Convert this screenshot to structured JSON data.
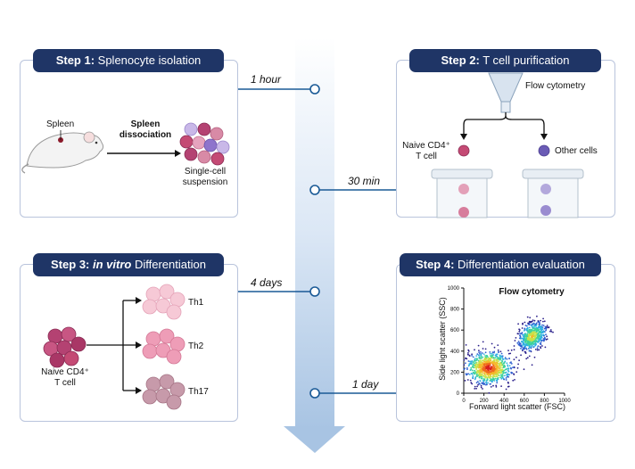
{
  "steps": [
    {
      "num": "Step 1:",
      "title": "Splenocyte isolation"
    },
    {
      "num": "Step 2:",
      "title": "T cell purification"
    },
    {
      "num": "Step 3:",
      "title_italic": "in vitro",
      "title": "Differentiation"
    },
    {
      "num": "Step 4:",
      "title": "Differentiation evaluation"
    }
  ],
  "timeline": [
    "1 hour",
    "30 min",
    "4 days",
    "1 day"
  ],
  "step1": {
    "spleen": "Spleen",
    "dissociation_line1": "Spleen",
    "dissociation_line2": "dissociation",
    "result_line1": "Single-cell",
    "result_line2": "suspension"
  },
  "step2": {
    "method": "Flow cytometry",
    "naive_line1": "Naive CD4⁺",
    "naive_line2": "T cell",
    "other": "Other cells"
  },
  "step3": {
    "naive_line1": "Naive CD4⁺",
    "naive_line2": "T cell",
    "outputs": [
      "Th1",
      "Th2",
      "Th17"
    ]
  },
  "colors": {
    "header": "#1f3566",
    "panel_border": "#b9c4dc",
    "timeline": "#1a5a96",
    "naive_cell": "#c44a74",
    "other_cell": "#6a5bb5"
  },
  "chart_data": {
    "type": "scatter",
    "title": "Flow cytometry",
    "xlabel": "Forward light scatter (FSC)",
    "ylabel": "Side light scatter (SSC)",
    "xlim": [
      0,
      1000
    ],
    "ylim": [
      0,
      1000
    ],
    "xticks": [
      "0",
      "200",
      "400",
      "600",
      "800",
      "1000"
    ],
    "yticks": [
      "0",
      "200",
      "400",
      "600",
      "800",
      "1000"
    ],
    "populations": [
      {
        "center": [
          250,
          240
        ],
        "spread": [
          110,
          75
        ]
      },
      {
        "center": [
          680,
          540
        ],
        "spread": [
          70,
          65
        ]
      }
    ]
  }
}
